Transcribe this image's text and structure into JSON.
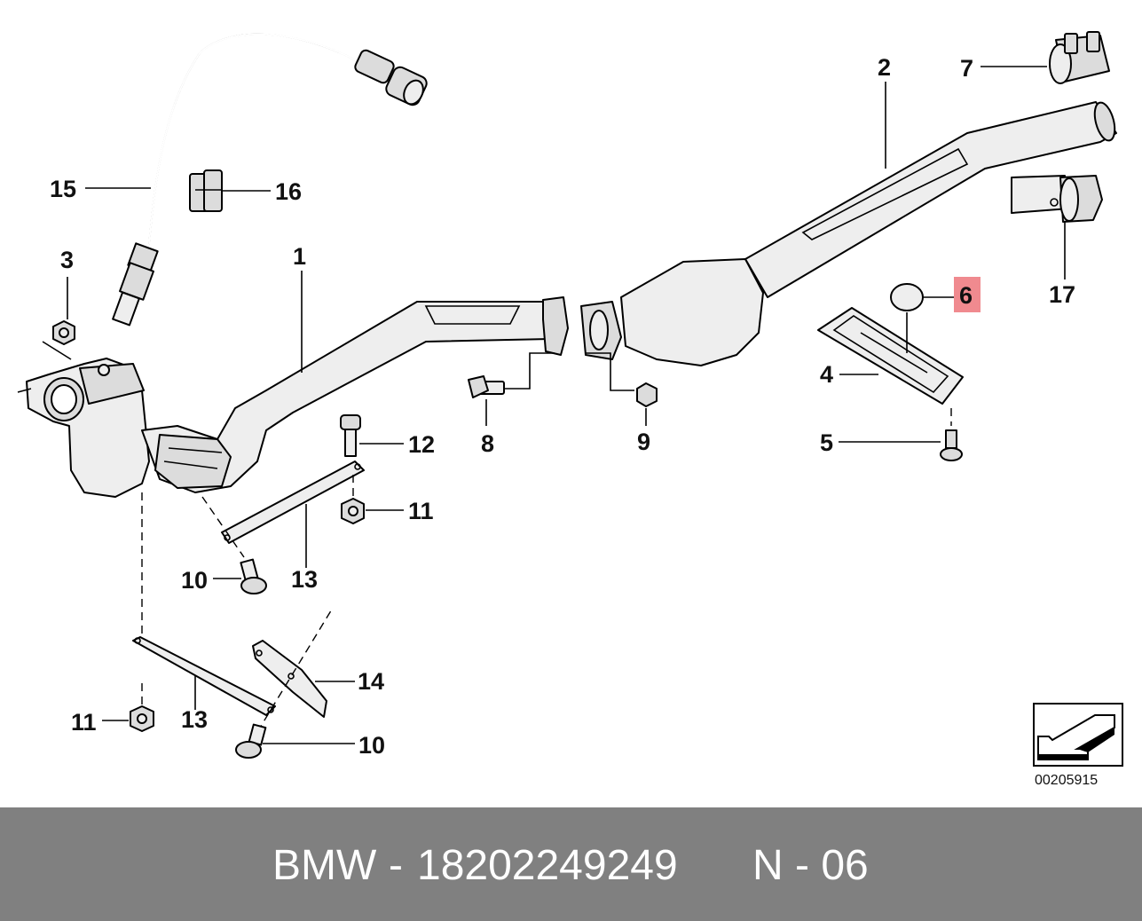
{
  "labels": {
    "l1": "1",
    "l2": "2",
    "l3": "3",
    "l4": "4",
    "l5": "5",
    "l6": "6",
    "l7": "7",
    "l8": "8",
    "l9": "9",
    "l10a": "10",
    "l10b": "10",
    "l11a": "11",
    "l11b": "11",
    "l12": "12",
    "l13a": "13",
    "l13b": "13",
    "l14": "14",
    "l15": "15",
    "l16": "16",
    "l17": "17"
  },
  "highlight": {
    "label": "6",
    "color": "#f08a8f"
  },
  "reference_number": "00205915",
  "footer": {
    "brand": "BMW",
    "separator": "-",
    "part_number": "18202249249",
    "code": "N - 06",
    "background": "#808080"
  }
}
